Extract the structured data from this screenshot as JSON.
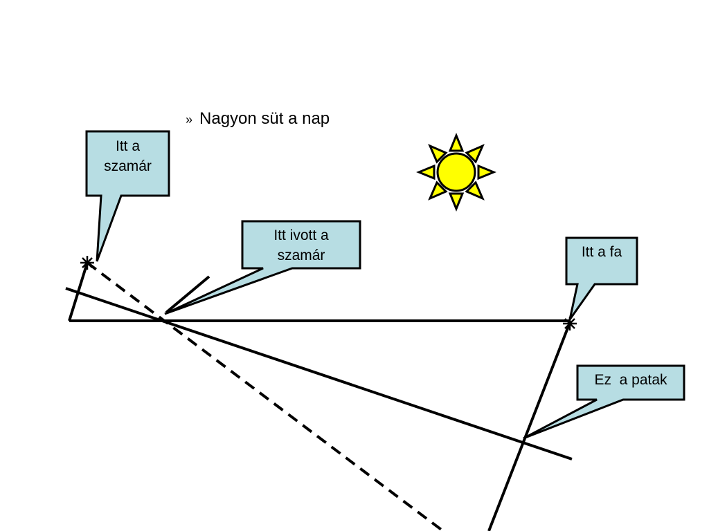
{
  "bullet": {
    "marker": "»",
    "text": "Nagyon süt a nap"
  },
  "callouts": {
    "donkey": "Itt a\nszamár",
    "donkey_drank": "Itt ivott a\nszamár",
    "tree": "Itt a fa",
    "stream": "Ez  a patak"
  },
  "colors": {
    "callout_fill": "#b7dde3",
    "sun_fill": "#ffff00",
    "line": "#000000"
  },
  "icons": {
    "sun": "sun-icon"
  }
}
